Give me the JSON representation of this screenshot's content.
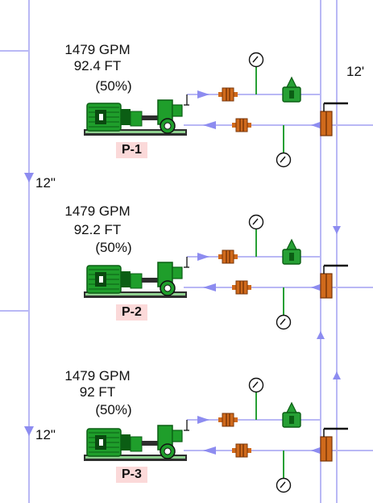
{
  "pumps": [
    {
      "tag": "P-1",
      "flow": "1479 GPM",
      "head": "92.4 FT",
      "speed": "(50%)"
    },
    {
      "tag": "P-2",
      "flow": "1479 GPM",
      "head": "92.2 FT",
      "speed": "(50%)"
    },
    {
      "tag": "P-3",
      "flow": "1479 GPM",
      "head": "92 FT",
      "speed": "(50%)"
    }
  ],
  "pipe_sizes": {
    "header_upper": "12\"",
    "header_lower": "12\"",
    "top_right": "12'"
  },
  "colors": {
    "pipe": "#b9b8f5",
    "arrow": "#8d8cf0",
    "motor": "#1f9e2b",
    "motor_dark": "#0b5e14",
    "fitting": "#d06a1c",
    "fitting_dark": "#7a3608",
    "valve": "#27a035",
    "tag_bg": "#fbd9d9"
  }
}
